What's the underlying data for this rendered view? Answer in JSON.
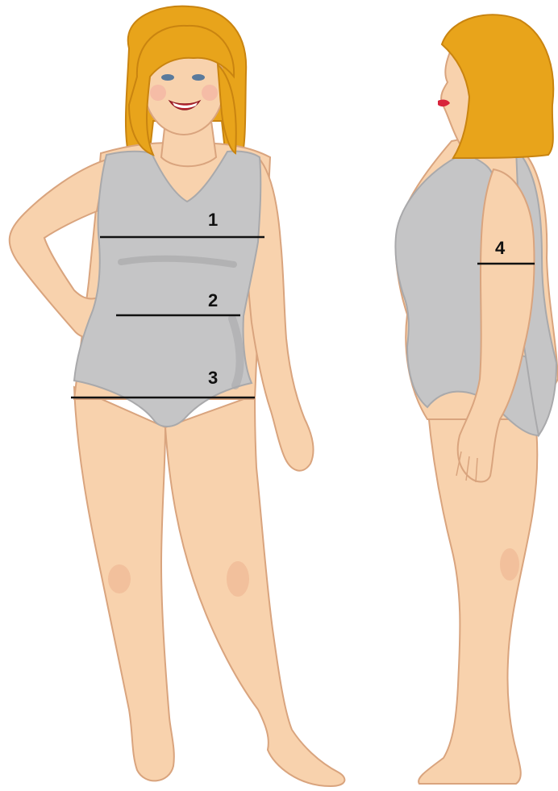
{
  "colors": {
    "skin": "#f8d2ad",
    "skin_outline": "#d9a47e",
    "skin_shadow": "#efb894",
    "hair": "#e8a41b",
    "hair_shadow": "#c98410",
    "garment": "#c5c5c6",
    "garment_shadow": "#a9a9ab",
    "measure_line": "#111111",
    "lips": "#d8243b",
    "background": "#ffffff"
  },
  "measurements": [
    {
      "label": "1"
    },
    {
      "label": "2"
    },
    {
      "label": "3"
    },
    {
      "label": "4"
    }
  ]
}
